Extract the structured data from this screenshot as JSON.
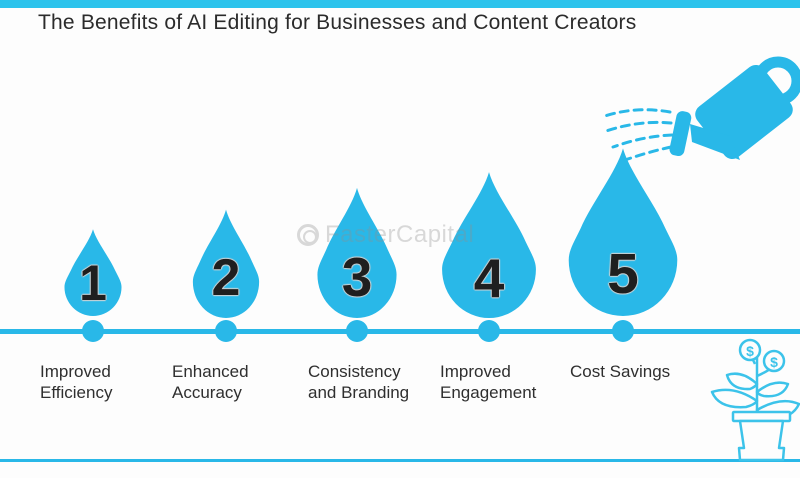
{
  "title": "The Benefits of AI Editing for Businesses and Content Creators",
  "benefits": [
    {
      "number": "1",
      "label": "Improved Efficiency"
    },
    {
      "number": "2",
      "label": "Enhanced Accuracy"
    },
    {
      "number": "3",
      "label": "Consistency and Branding"
    },
    {
      "number": "4",
      "label": "Improved Engagement"
    },
    {
      "number": "5",
      "label": "Cost Savings"
    }
  ],
  "watermark": {
    "text": "FasterCapital"
  },
  "plant": {
    "coin_symbol": "$"
  },
  "icons": {
    "watering_can": "watering-can-icon",
    "money_plant": "money-plant-icon",
    "water_spray": "water-spray-icon"
  },
  "colors": {
    "accent": "#29b8e8",
    "top_bar": "#2cc3ec",
    "plant_stroke": "#3cc3ea",
    "number_text": "#1f1f1f",
    "title_text": "#2b2b2b",
    "watermark_text": "#8f8f8f",
    "background": "#fdfdfd"
  }
}
